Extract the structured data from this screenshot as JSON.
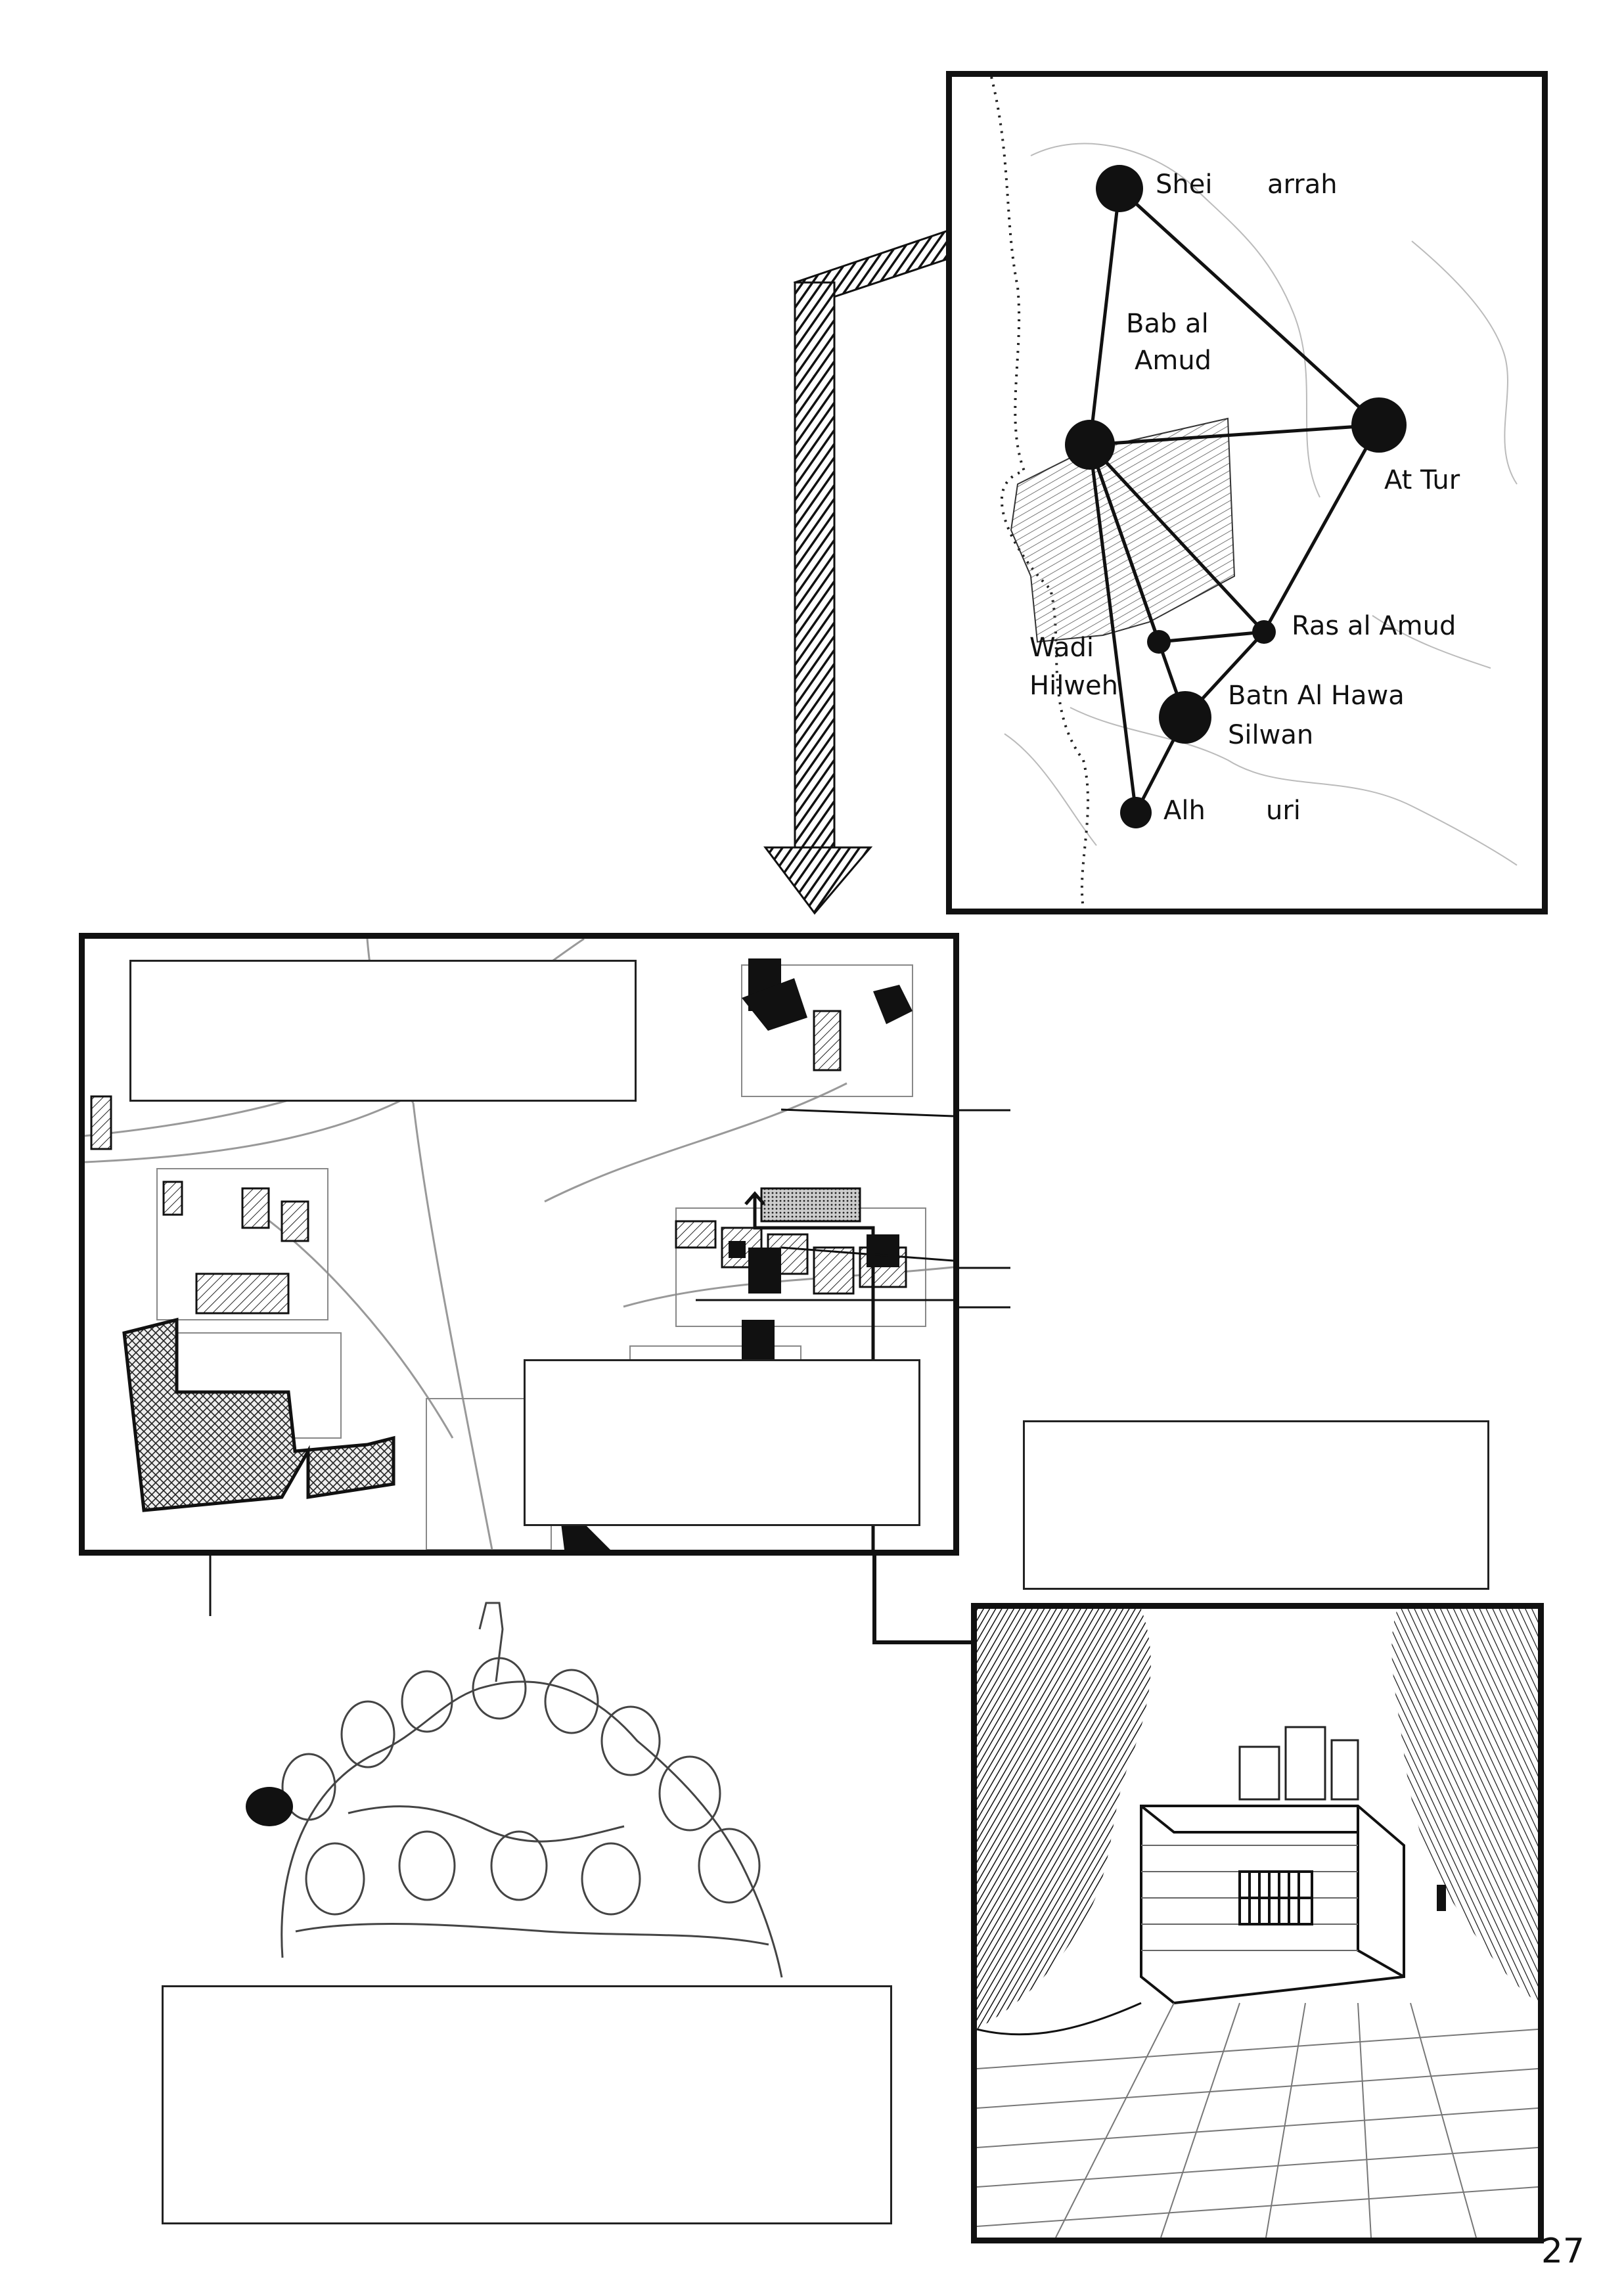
{
  "page": {
    "number": "27"
  },
  "map_panel": {
    "labels": {
      "sheikh_jarrah_a": "Shei",
      "sheikh_jarrah_b": "arrah",
      "bab_al_amud_1": "Bab al",
      "bab_al_amud_2": "Amud",
      "at_tur": "At Tur",
      "ras_al_amud": "Ras al Amud",
      "wadi_hilweh_1": "Wadi",
      "wadi_hilweh_2": "Hilweh",
      "batn_al_hawa_1": "Batn Al Hawa",
      "batn_al_hawa_2": "Silwan",
      "al_thuri_a": "Alh",
      "al_thuri_b": "uri"
    }
  },
  "icons": {
    "arrow": "hatched-arrow-icon",
    "connector": "connector-line-icon"
  },
  "colors": {
    "ink": "#111111",
    "paper": "#ffffff",
    "hatch": "#333333"
  }
}
